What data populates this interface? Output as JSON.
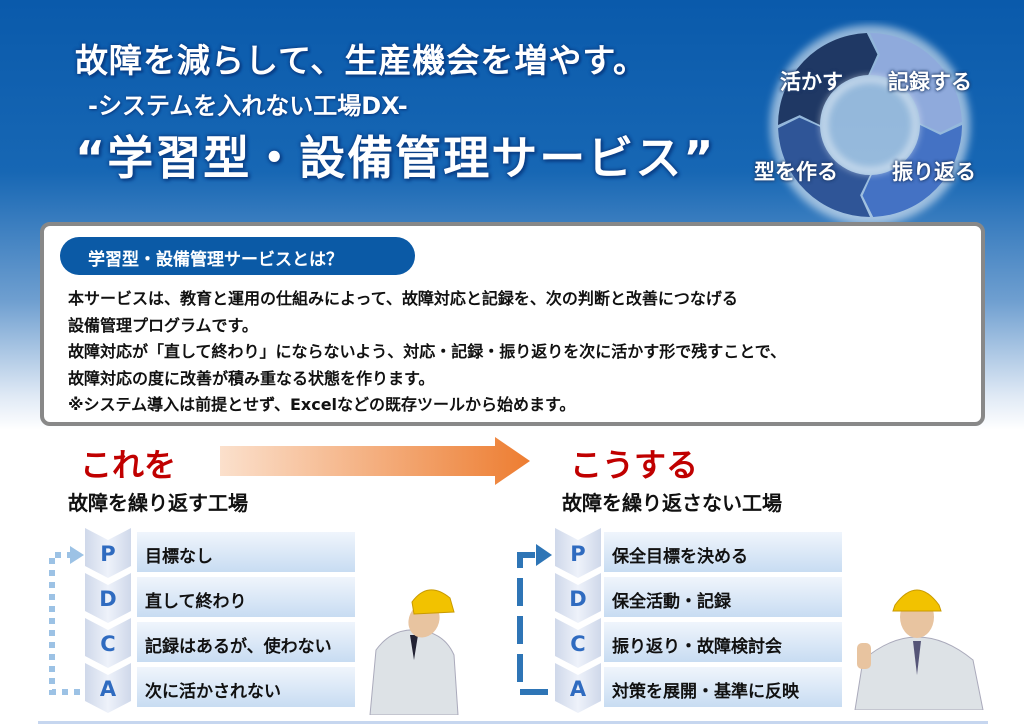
{
  "header": {
    "title": "故障を減らして、生産機会を増やす。",
    "subtitle": "-システムを入れない工場DX-",
    "service_name": "“学習型・設備管理サービス”"
  },
  "cycle": {
    "labels": [
      "活かす",
      "記録する",
      "振り返る",
      "型を作る"
    ],
    "colors": [
      "#1f3864",
      "#8faadc",
      "#4472c4",
      "#2f5597"
    ]
  },
  "about": {
    "heading": "学習型・設備管理サービスとは？",
    "lines": [
      "本サービスは、教育と運用の仕組みによって、故障対応と記録を、次の判断と改善につなげる",
      "設備管理プログラムです。",
      "故障対応が「直して終わり」にならないよう、対応・記録・振り返りを次に活かす形で残すことで、",
      "故障対応の度に改善が積み重なる状態を作ります。",
      "※システム導入は前提とせず、Excelなどの既存ツールから始めます。"
    ]
  },
  "before": {
    "label": "これを",
    "subtitle": "故障を繰り返す工場",
    "steps": [
      {
        "letter": "P",
        "text": "目標なし"
      },
      {
        "letter": "D",
        "text": "直して終わり"
      },
      {
        "letter": "C",
        "text": "記録はあるが、使わない"
      },
      {
        "letter": "A",
        "text": "次に活かされない"
      }
    ]
  },
  "after": {
    "label": "こうする",
    "subtitle": "故障を繰り返さない工場",
    "steps": [
      {
        "letter": "P",
        "text": "保全目標を決める"
      },
      {
        "letter": "D",
        "text": "保全活動・記録"
      },
      {
        "letter": "C",
        "text": "振り返り・故障検討会"
      },
      {
        "letter": "A",
        "text": "対策を展開・基準に反映"
      }
    ]
  }
}
